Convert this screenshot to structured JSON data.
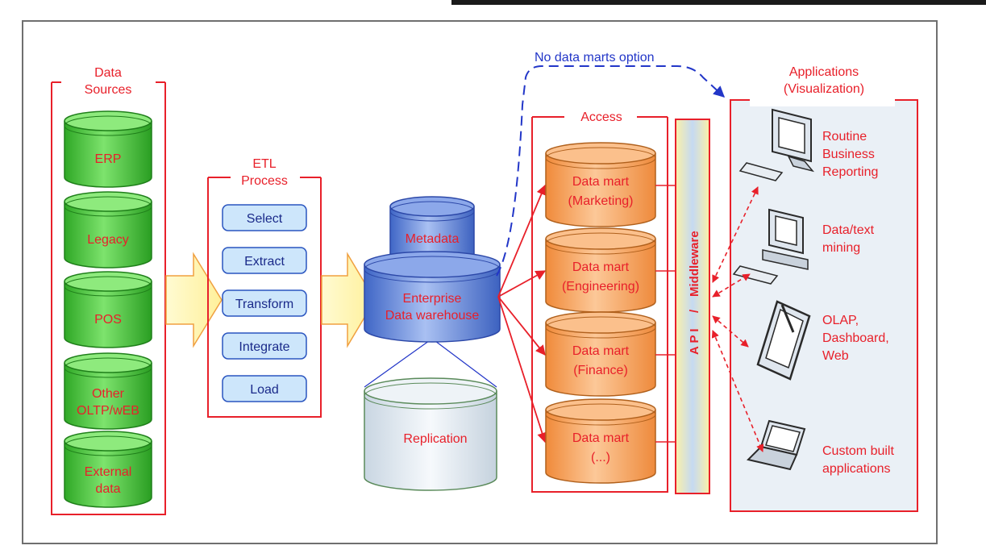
{
  "sources": {
    "title_line1": "Data",
    "title_line2": "Sources",
    "items": [
      {
        "line1": "ERP",
        "line2": ""
      },
      {
        "line1": "Legacy",
        "line2": ""
      },
      {
        "line1": "POS",
        "line2": ""
      },
      {
        "line1": "Other",
        "line2": "OLTP/wEB"
      },
      {
        "line1": "External",
        "line2": "data"
      }
    ]
  },
  "etl": {
    "title_line1": "ETL",
    "title_line2": "Process",
    "steps": [
      "Select",
      "Extract",
      "Transform",
      "Integrate",
      "Load"
    ]
  },
  "warehouse": {
    "metadata": "Metadata",
    "name_line1": "Enterprise",
    "name_line2": "Data warehouse",
    "replication": "Replication"
  },
  "access": {
    "title": "Access",
    "marts": [
      {
        "line1": "Data mart",
        "line2": "(Marketing)"
      },
      {
        "line1": "Data mart",
        "line2": "(Engineering)"
      },
      {
        "line1": "Data mart",
        "line2": "(Finance)"
      },
      {
        "line1": "Data mart",
        "line2": "(...)"
      }
    ]
  },
  "middleware": {
    "api": "A P I",
    "slash": "/",
    "name": "Middleware"
  },
  "no_marts_option": "No data marts option",
  "applications": {
    "title_line1": "Applications",
    "title_line2": "(Visualization)",
    "items": [
      {
        "lines": [
          "Routine",
          "Business",
          "Reporting"
        ],
        "icon": "desktop-computer-icon"
      },
      {
        "lines": [
          "Data/text",
          "mining"
        ],
        "icon": "workstation-computer-icon"
      },
      {
        "lines": [
          "OLAP,",
          "Dashboard,",
          "Web"
        ],
        "icon": "tablet-stylus-icon"
      },
      {
        "lines": [
          "Custom built",
          "applications"
        ],
        "icon": "laptop-icon"
      }
    ]
  },
  "colors": {
    "label_red": "#e8202a",
    "frame_red": "#e8202a",
    "source_green": "#36c12a",
    "mart_orange": "#f6a45a",
    "warehouse_blue": "#5b82d8",
    "replication_grey": "#dde6ee",
    "etl_blue": "#cde6fb",
    "arrow_yellow": "#fff7b0",
    "dashed_blue": "#2236c8",
    "apps_bg": "#eaf0f6"
  }
}
